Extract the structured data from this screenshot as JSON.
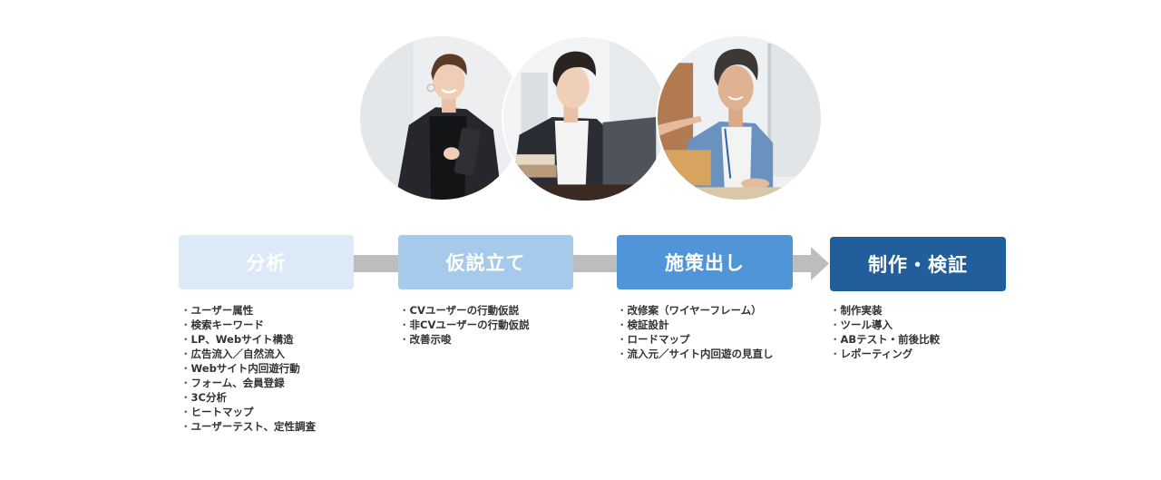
{
  "photos": [
    {
      "label": "smiling woman in black blazer holding notebook",
      "icon": "person-photo"
    },
    {
      "label": "young man in dark jacket typing on laptop",
      "icon": "person-photo"
    },
    {
      "label": "man in denim shirt at computer, colleague pointing",
      "icon": "person-photo"
    }
  ],
  "steps": [
    {
      "title": "分析",
      "color": "#dce9f6",
      "items": [
        "ユーザー属性",
        "検索キーワード",
        "LP、Webサイト構造",
        "広告流入／自然流入",
        "Webサイト内回遊行動",
        "フォーム、会員登録",
        "3C分析",
        "ヒートマップ",
        "ユーザーテスト、定性調査"
      ]
    },
    {
      "title": "仮説立て",
      "color": "#a6caec",
      "items": [
        "CVユーザーの行動仮説",
        "非CVユーザーの行動仮説",
        "改善示唆"
      ]
    },
    {
      "title": "施策出し",
      "color": "#5195d9",
      "items": [
        "改修案（ワイヤーフレーム）",
        "検証設計",
        "ロードマップ",
        "流入元／サイト内回遊の見直し"
      ]
    },
    {
      "title": "制作・検証",
      "color": "#215e9b",
      "items": [
        "制作実装",
        "ツール導入",
        "ABテスト・前後比較",
        "レポーティング"
      ]
    }
  ],
  "connector_color": "#bdbdbd",
  "text_color": "#333333"
}
